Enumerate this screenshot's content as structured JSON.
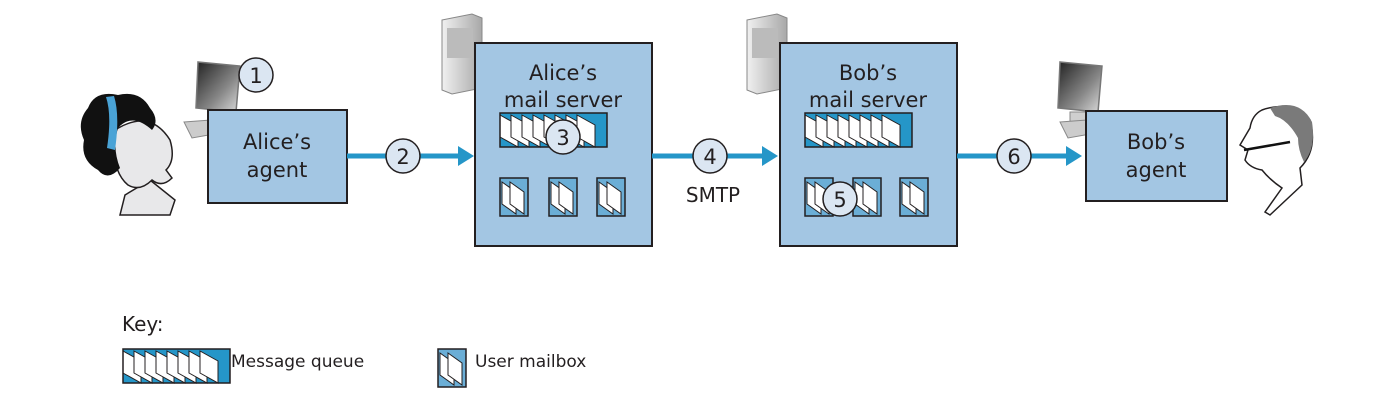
{
  "colors": {
    "box_fill": "#a3c6e3",
    "arrow": "#2596c8",
    "step_circle_fill": "#dbe6f2",
    "queue_fill": "#2596c8",
    "mailbox_fill": "#6baed6",
    "outline": "#231f20"
  },
  "nodes": {
    "alice_agent": {
      "line1": "Alice’s",
      "line2": "agent"
    },
    "alice_server": {
      "line1": "Alice’s",
      "line2": "mail server"
    },
    "bob_server": {
      "line1": "Bob’s",
      "line2": "mail server"
    },
    "bob_agent": {
      "line1": "Bob’s",
      "line2": "agent"
    }
  },
  "steps": [
    "1",
    "2",
    "3",
    "4",
    "5",
    "6"
  ],
  "protocol_label": "SMTP",
  "key": {
    "title": "Key:",
    "message_queue": "Message queue",
    "user_mailbox": "User mailbox"
  }
}
